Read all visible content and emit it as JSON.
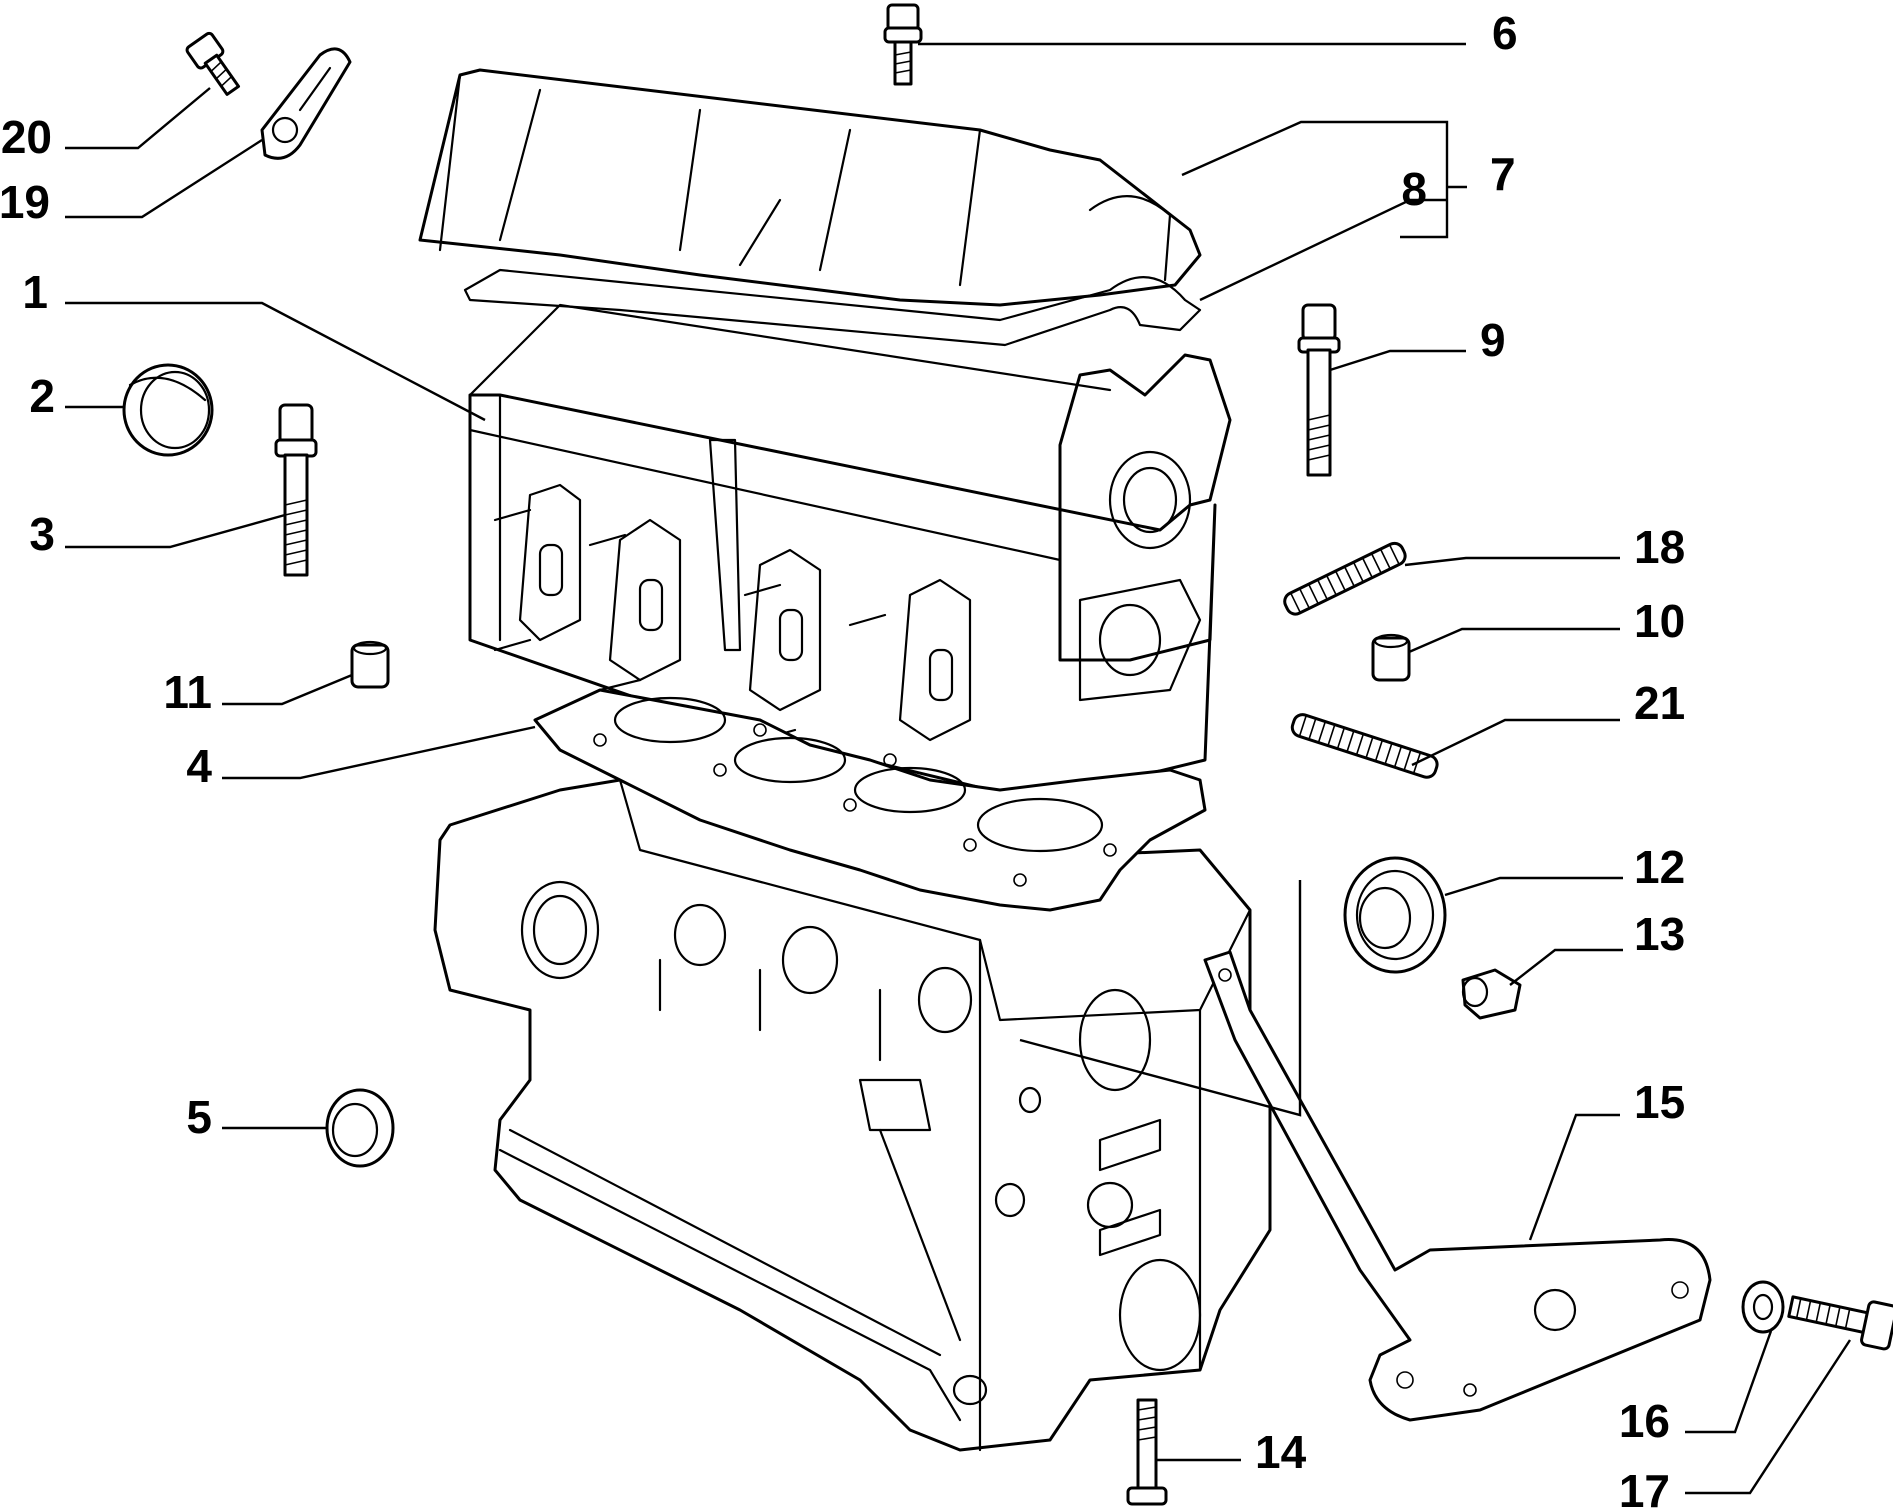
{
  "callouts": [
    {
      "id": "1",
      "text": "1"
    },
    {
      "id": "2",
      "text": "2"
    },
    {
      "id": "3",
      "text": "3"
    },
    {
      "id": "4",
      "text": "4"
    },
    {
      "id": "5",
      "text": "5"
    },
    {
      "id": "6",
      "text": "6"
    },
    {
      "id": "7",
      "text": "7"
    },
    {
      "id": "8",
      "text": "8"
    },
    {
      "id": "9",
      "text": "9"
    },
    {
      "id": "10",
      "text": "10"
    },
    {
      "id": "11",
      "text": "11"
    },
    {
      "id": "12",
      "text": "12"
    },
    {
      "id": "13",
      "text": "13"
    },
    {
      "id": "14",
      "text": "14"
    },
    {
      "id": "15",
      "text": "15"
    },
    {
      "id": "16",
      "text": "16"
    },
    {
      "id": "17",
      "text": "17"
    },
    {
      "id": "18",
      "text": "18"
    },
    {
      "id": "19",
      "text": "19"
    },
    {
      "id": "20",
      "text": "20"
    },
    {
      "id": "21",
      "text": "21"
    }
  ]
}
